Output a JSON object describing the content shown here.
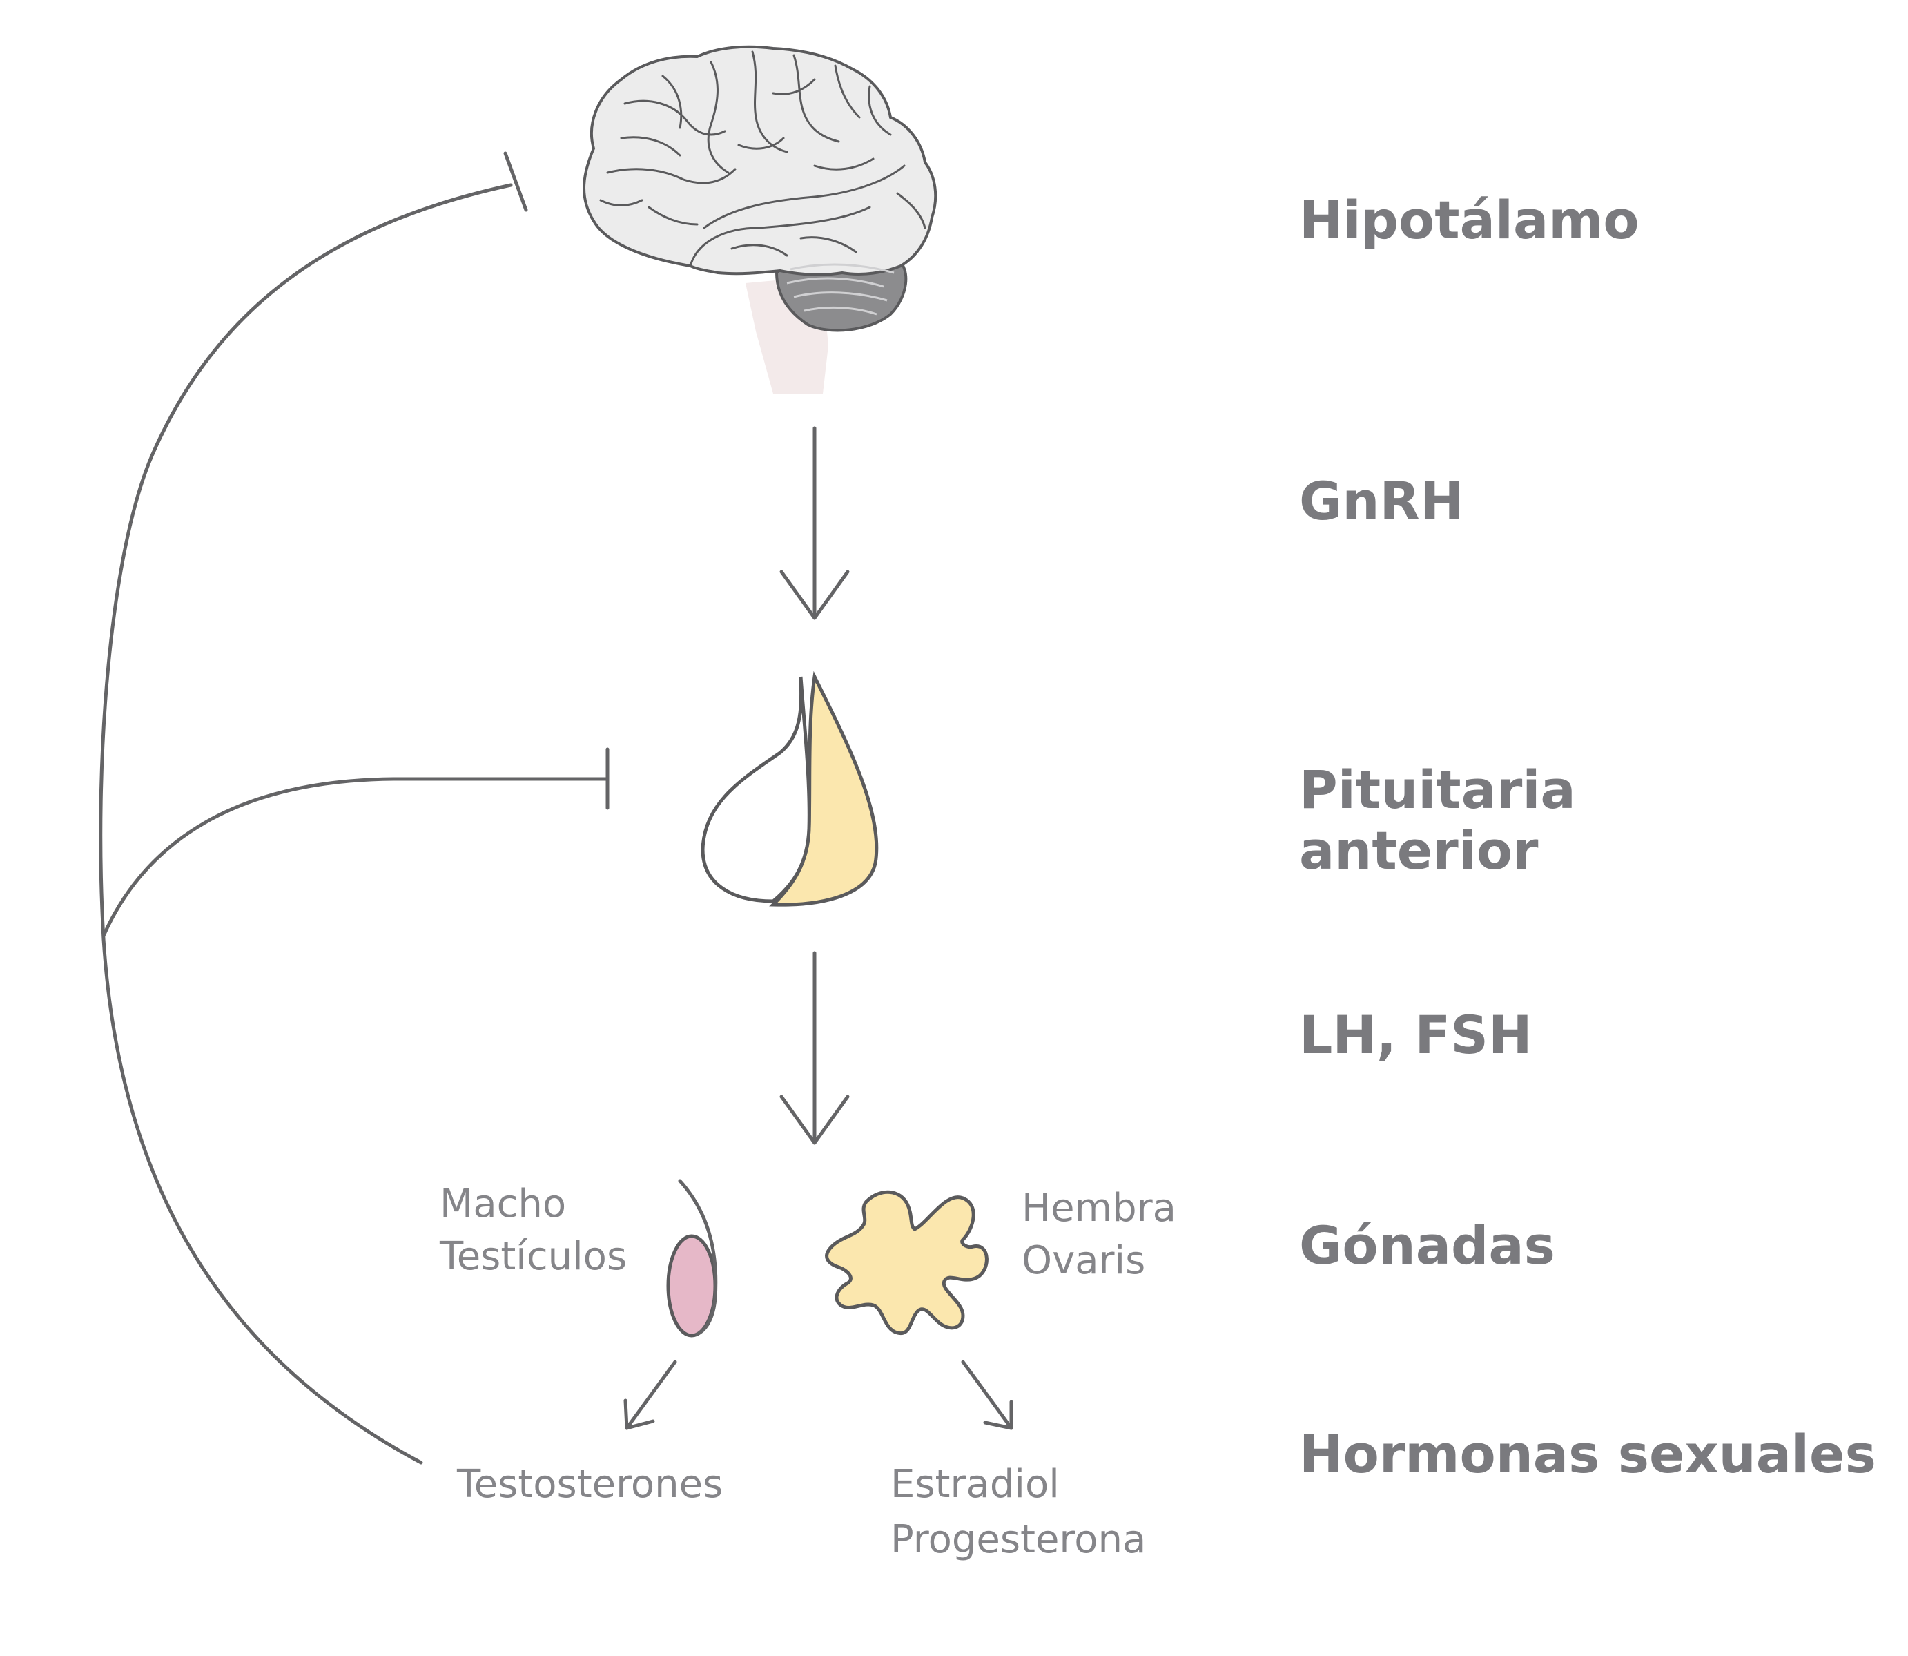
{
  "stages": {
    "hypothalamus": "Hipotálamo",
    "gnrh": "GnRH",
    "pituitary_line1": "Pituitaria",
    "pituitary_line2": "anterior",
    "lh_fsh": "LH, FSH",
    "gonads": "Gónadas",
    "sex_hormones": "Hormonas sexuales"
  },
  "male": {
    "line1": "Macho",
    "line2": "Testículos",
    "hormone": "Testosterones"
  },
  "female": {
    "line1": "Hembra",
    "line2": "Ovaris",
    "hormone_line1": "Estradiol",
    "hormone_line2": "Progesterona"
  },
  "colors": {
    "brain": "#ececec",
    "cerebellum": "#8c8c8e",
    "brainstem": "#f3eaea",
    "pituitary_posterior": "#ffffff",
    "pituitary_anterior": "#fbe7ae",
    "testis": "#e6b8c8",
    "ovary": "#fbe7ae",
    "lines": "#646466",
    "labels": "#7a7a7e"
  }
}
